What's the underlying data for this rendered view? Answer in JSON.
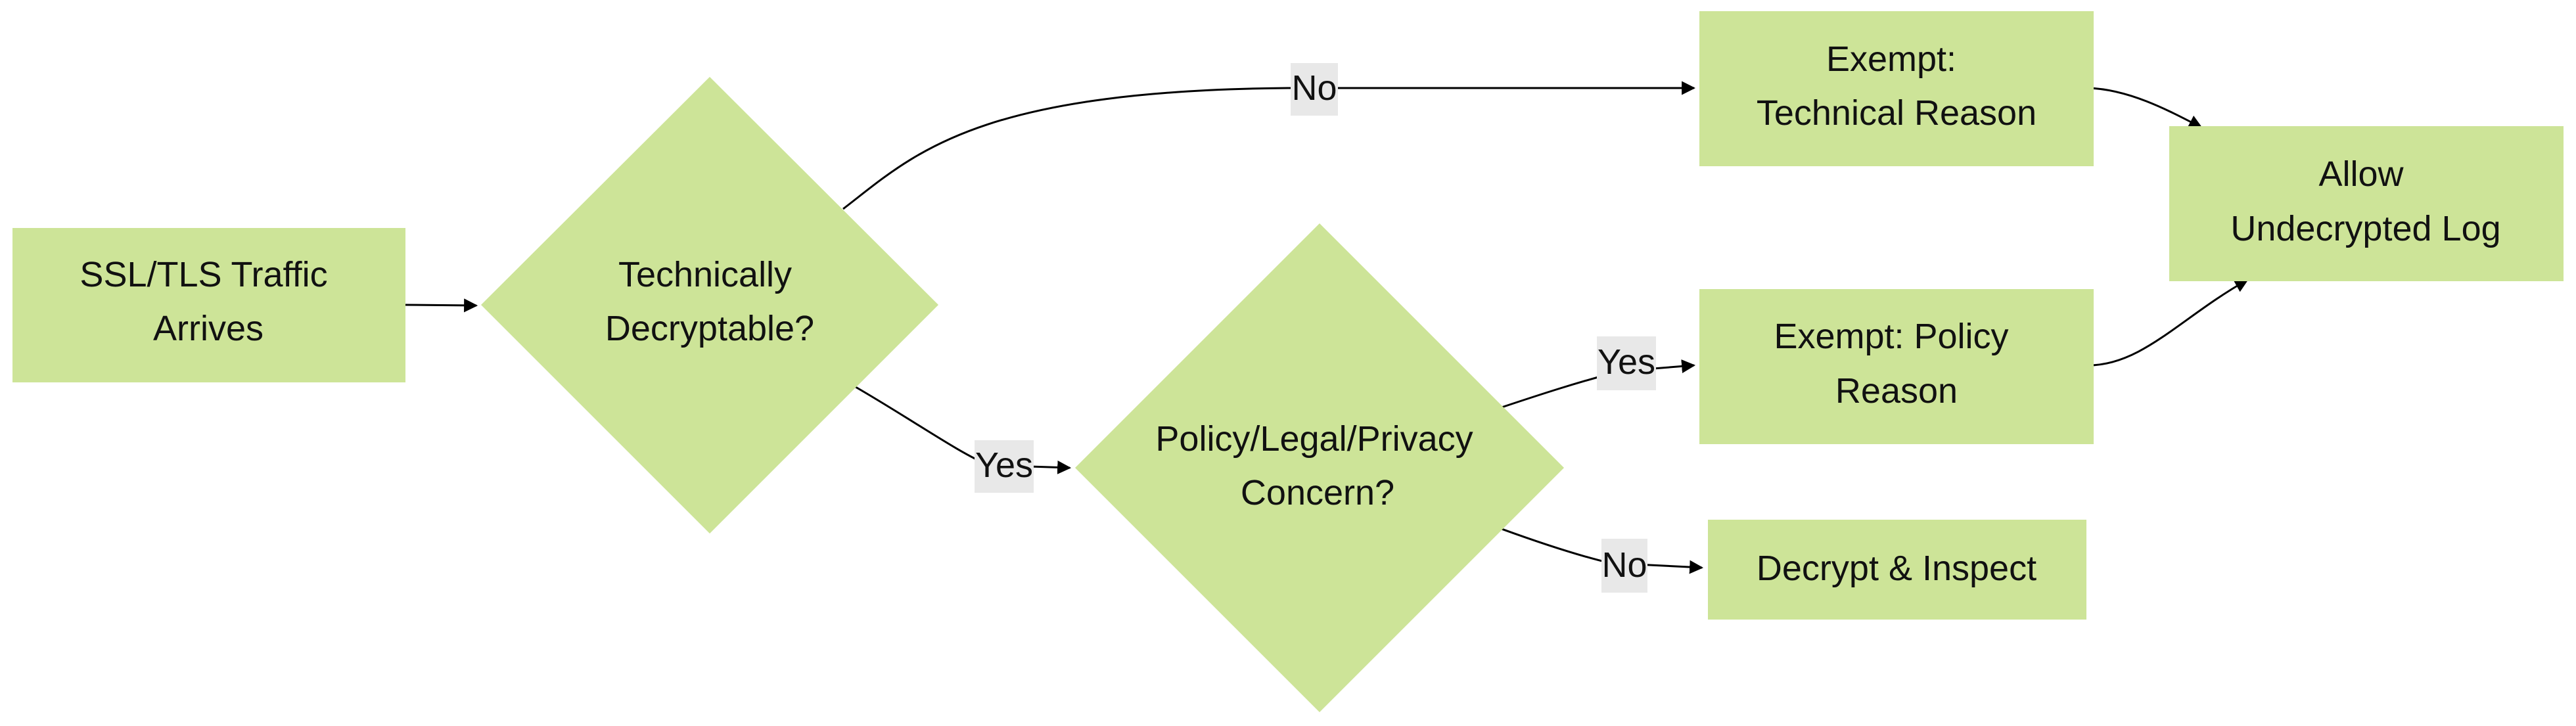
{
  "diagram": {
    "type": "flowchart",
    "direction": "left-to-right",
    "colors": {
      "node_fill": "#cde498",
      "edge": "#000000",
      "edge_label_bg": "#e8e8e8",
      "text": "#111111"
    },
    "nodes": {
      "start": {
        "shape": "rect",
        "lines": [
          "SSL/TLS Traffic",
          "Arrives"
        ]
      },
      "tech": {
        "shape": "diamond",
        "lines": [
          "Technically",
          "Decryptable?"
        ]
      },
      "policy": {
        "shape": "diamond",
        "lines": [
          "Policy/Legal/Privacy",
          "Concern?"
        ]
      },
      "exempt_tech": {
        "shape": "rect",
        "lines": [
          "Exempt:",
          "Technical Reason"
        ]
      },
      "exempt_policy": {
        "shape": "rect",
        "lines": [
          "Exempt: Policy",
          "Reason"
        ]
      },
      "decrypt": {
        "shape": "rect",
        "lines": [
          "Decrypt & Inspect"
        ]
      },
      "allow": {
        "shape": "rect",
        "lines": [
          "Allow",
          "Undecrypted Log"
        ]
      }
    },
    "edges": [
      {
        "from": "start",
        "to": "tech",
        "label": ""
      },
      {
        "from": "tech",
        "to": "exempt_tech",
        "label": "No"
      },
      {
        "from": "tech",
        "to": "policy",
        "label": "Yes"
      },
      {
        "from": "policy",
        "to": "exempt_policy",
        "label": "Yes"
      },
      {
        "from": "policy",
        "to": "decrypt",
        "label": "No"
      },
      {
        "from": "exempt_tech",
        "to": "allow",
        "label": ""
      },
      {
        "from": "exempt_policy",
        "to": "allow",
        "label": ""
      }
    ]
  }
}
